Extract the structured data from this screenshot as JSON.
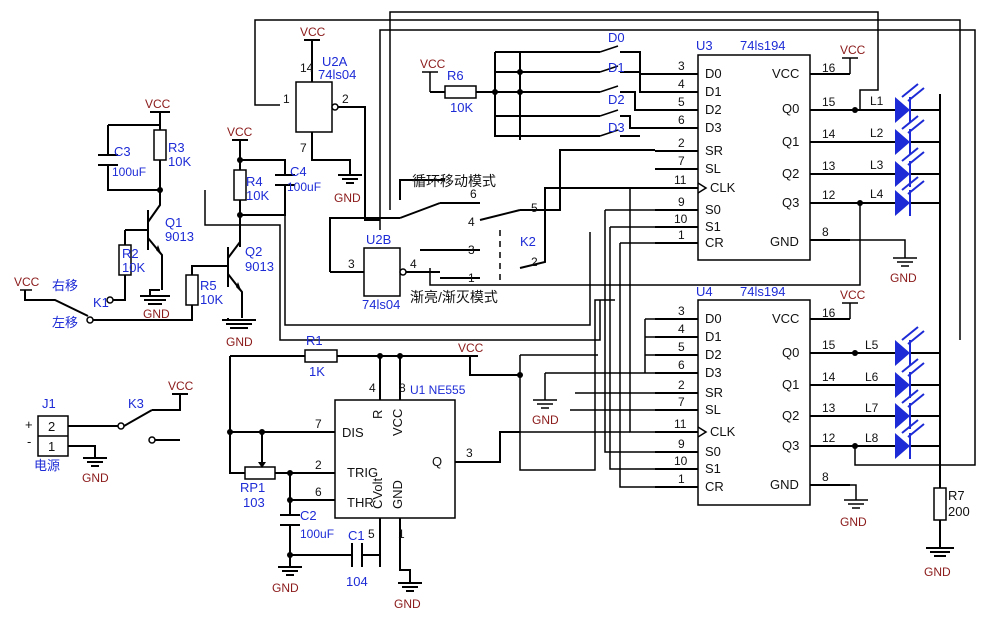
{
  "labels": {
    "vcc": "VCC",
    "gnd": "GND",
    "u2a": "U2A",
    "u2a_type": "74ls04",
    "u2b": "U2B",
    "u2b_type": "74ls04",
    "u3": "U3",
    "u3_type": "74ls194",
    "u4": "U4",
    "u4_type": "74ls194",
    "u1": "U1 NE555",
    "pin_d0": "D0",
    "pin_d1": "D1",
    "pin_d2": "D2",
    "pin_d3": "D3",
    "pin_sr": "SR",
    "pin_sl": "SL",
    "pin_clk": "CLK",
    "pin_s0": "S0",
    "pin_s1": "S1",
    "pin_cr": "CR",
    "pin_q0": "Q0",
    "pin_q1": "Q1",
    "pin_q2": "Q2",
    "pin_q3": "Q3",
    "pin_dis": "DIS",
    "pin_trig": "TRIG",
    "pin_thr": "THR",
    "pin_q": "Q",
    "pin_r": "R",
    "pin_cvolt": "CVolt",
    "d0": "D0",
    "d1": "D1",
    "d2": "D2",
    "d3": "D3",
    "r1": "R1",
    "r1_val": "1K",
    "r2": "R2",
    "r2_val": "10K",
    "r3": "R3",
    "r3_val": "10K",
    "r4": "R4",
    "r4_val": "10K",
    "r5": "R5",
    "r5_val": "10K",
    "r6": "R6",
    "r6_val": "10K",
    "r7": "R7",
    "r7_val": "200",
    "rp1": "RP1",
    "rp1_val": "103",
    "c1": "C1",
    "c1_val": "104",
    "c2": "C2",
    "c2_val": "100uF",
    "c3": "C3",
    "c3_val": "100uF",
    "c4": "C4",
    "c4_val": "100uF",
    "q1": "Q1",
    "q1_val": "9013",
    "q2": "Q2",
    "q2_val": "9013",
    "k1": "K1",
    "k2": "K2",
    "k3": "K3",
    "j1": "J1",
    "power": "电源",
    "shift_right": "右移",
    "shift_left": "左移",
    "mode_cycle": "循环移动模式",
    "mode_fade": "渐亮/渐灭模式",
    "l1": "L1",
    "l2": "L2",
    "l3": "L3",
    "l4": "L4",
    "l5": "L5",
    "l6": "L6",
    "l7": "L7",
    "l8": "L8",
    "plus": "+",
    "minus": "-"
  },
  "colors": {
    "label_blue": "#1d2bd6",
    "power_red": "#8b1a1a",
    "led_blue": "#1d2bd6",
    "wire": "#000000"
  },
  "pin_numbers": {
    "u3_left": [
      "3",
      "4",
      "5",
      "6",
      "2",
      "7",
      "11",
      "9",
      "10",
      "1"
    ],
    "u3_right": [
      "16",
      "15",
      "14",
      "13",
      "12",
      "8"
    ],
    "u4_left": [
      "3",
      "4",
      "5",
      "6",
      "2",
      "7",
      "11",
      "9",
      "10",
      "1"
    ],
    "u4_right": [
      "16",
      "15",
      "14",
      "13",
      "12",
      "8"
    ],
    "u1_left": [
      "7",
      "2",
      "6"
    ],
    "u1_top": [
      "4",
      "8"
    ],
    "u1_right": [
      "3"
    ],
    "u1_bottom": [
      "5",
      "1"
    ],
    "u2a": [
      "14",
      "1",
      "2",
      "7"
    ],
    "u2b": [
      "3",
      "4"
    ],
    "k2": [
      "6",
      "4",
      "5",
      "3",
      "1",
      "2"
    ],
    "j1": [
      "2",
      "1"
    ]
  }
}
